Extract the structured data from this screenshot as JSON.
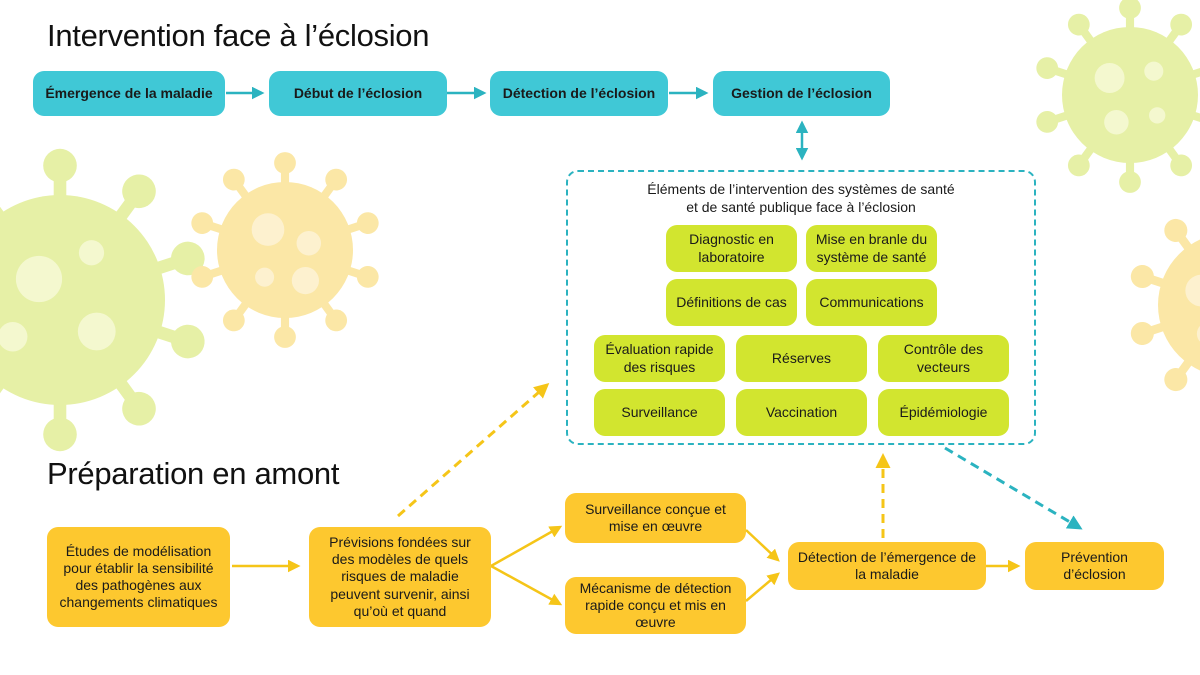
{
  "headings": {
    "intervention": "Intervention face à l’éclosion",
    "preparation": "Préparation en amont"
  },
  "intervention_flow": [
    "Émergence de la maladie",
    "Début de l’éclosion",
    "Détection de l’éclosion",
    "Gestion de l’éclosion"
  ],
  "health_system_panel": {
    "title_line1": "Éléments de l’intervention des systèmes de santé",
    "title_line2": "et de santé publique face à l’éclosion",
    "elements": {
      "lab_diagnosis": "Diagnostic en laboratoire",
      "health_system_activation": "Mise en branle du système de santé",
      "case_definitions": "Définitions de cas",
      "communications": "Communications",
      "rapid_risk_assessment": "Évaluation rapide des risques",
      "reserves": "Réserves",
      "vector_control": "Contrôle des vecteurs",
      "surveillance": "Surveillance",
      "vaccination": "Vaccination",
      "epidemiology": "Épidémiologie"
    }
  },
  "preparation_flow": {
    "modeling_studies": "Études de modélisation pour établir la sensibilité des pathogènes aux changements climatiques",
    "forecasts": "Prévisions fondées sur des modèles de quels risques de maladie peuvent survenir, ainsi qu’où et quand",
    "surveillance_designed": "Surveillance conçue et mise en œuvre",
    "rapid_detection_mechanism": "Mécanisme de détection rapide conçu et mis en œuvre",
    "emergence_detection": "Détection de l’émergence de la maladie",
    "outbreak_prevention": "Prévention d’éclosion"
  },
  "colors": {
    "teal": "#40c8d6",
    "teal_arrow": "#2bb3c0",
    "green": "#d2e52f",
    "orange": "#fdc82f",
    "orange_arrow": "#f5c518",
    "virus_green": "#e6f0a6",
    "virus_yellow": "#fbe7a6"
  },
  "icons": [
    "virus-icon"
  ]
}
